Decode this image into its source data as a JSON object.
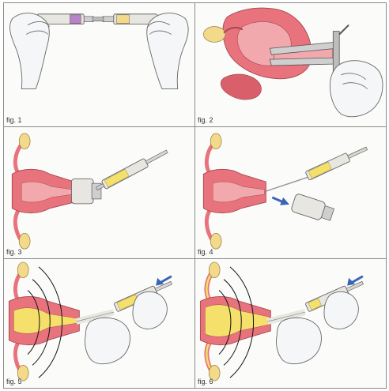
{
  "figures": [
    {
      "id": "fig1",
      "caption": "fig. 1"
    },
    {
      "id": "fig2",
      "caption": "fig. 2"
    },
    {
      "id": "fig3",
      "caption": "fig. 3"
    },
    {
      "id": "fig4",
      "caption": "fig. 4"
    },
    {
      "id": "fig5",
      "caption": "fig. 5"
    },
    {
      "id": "fig6",
      "caption": "fig. 6"
    }
  ],
  "colors": {
    "tissue": "#e8737d",
    "tissue_light": "#f2a9ae",
    "ovary": "#f3d98a",
    "gel": "#f4e06a",
    "glass": "#e8e6e0",
    "outline": "#555555",
    "arrow": "#3a64b6",
    "glove": "#f4f6f8"
  }
}
